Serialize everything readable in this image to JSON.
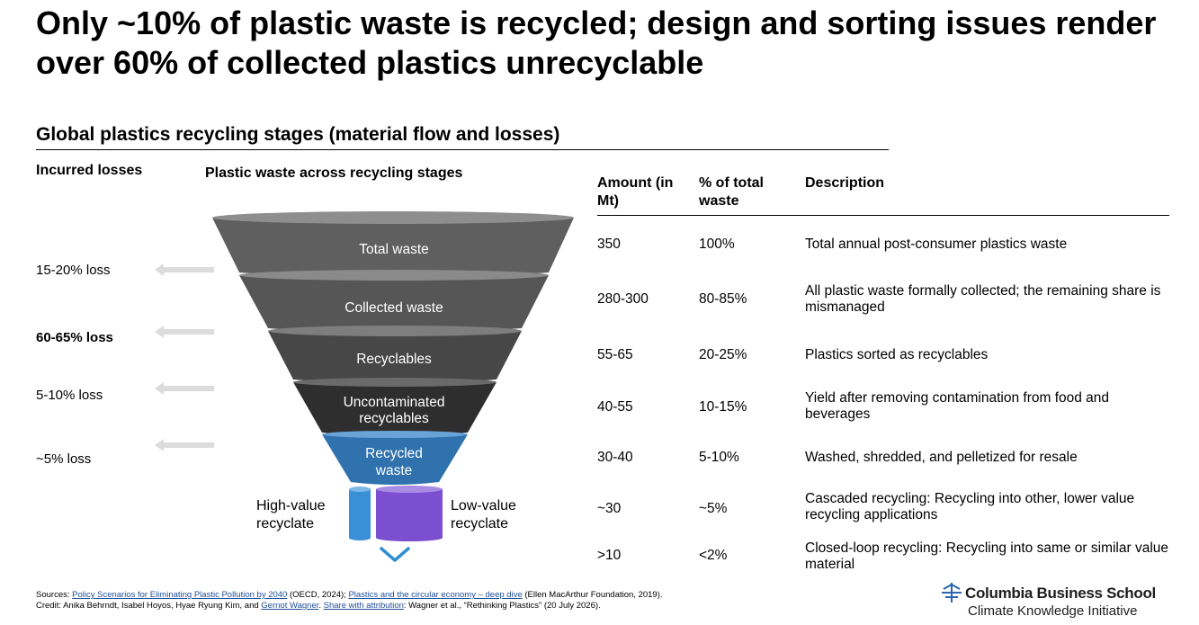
{
  "title": "Only ~10% of plastic waste is recycled; design and sorting issues render over 60% of collected plastics unrecyclable",
  "subtitle": "Global plastics recycling stages (material flow and losses)",
  "headers": {
    "losses": "Incurred losses",
    "funnel": "Plastic waste across recycling stages",
    "amount": "Amount (in Mt)",
    "pct": "% of total waste",
    "description": "Description"
  },
  "losses": [
    {
      "label": "15-20% loss",
      "bold": false
    },
    {
      "label": "60-65% loss",
      "bold": true
    },
    {
      "label": "5-10% loss",
      "bold": false
    },
    {
      "label": "~5% loss",
      "bold": false
    }
  ],
  "funnel_stages": [
    {
      "label": "Total waste",
      "color": "#5f5f5f"
    },
    {
      "label": "Collected waste",
      "color": "#565656"
    },
    {
      "label": "Recyclables",
      "color": "#474747"
    },
    {
      "label_line1": "Uncontaminated",
      "label_line2": "recyclables",
      "color": "#2e2e2e"
    },
    {
      "label_line1": "Recycled",
      "label_line2": "waste",
      "color": "#2f72ad"
    }
  ],
  "split": {
    "high_line1": "High-value",
    "high_line2": "recyclate",
    "low_line1": "Low-value",
    "low_line2": "recyclate",
    "high_color": "#3a8fd6",
    "low_color": "#7b4fcf",
    "arrow_color": "#2f8fd0"
  },
  "rows": [
    {
      "amount": "350",
      "pct": "100%",
      "desc": "Total annual post-consumer plastics waste"
    },
    {
      "amount": "280-300",
      "pct": "80-85%",
      "desc": "All plastic waste formally collected; the remaining share is mismanaged"
    },
    {
      "amount": "55-65",
      "pct": "20-25%",
      "desc": "Plastics sorted as recyclables"
    },
    {
      "amount": "40-55",
      "pct": "10-15%",
      "desc": "Yield after removing contamination from food and beverages"
    },
    {
      "amount": "30-40",
      "pct": "5-10%",
      "desc": "Washed, shredded, and pelletized for resale"
    },
    {
      "amount": "~30",
      "pct": "~5%",
      "desc": "Cascaded recycling: Recycling into other, lower value recycling applications"
    },
    {
      "amount": ">10",
      "pct": "<2%",
      "desc": "Closed-loop recycling: Recycling into same or similar value material"
    }
  ],
  "footer": {
    "sources_prefix": "Sources: ",
    "link1": "Policy Scenarios for Eliminating Plastic Pollution by 2040",
    "text1": " (OECD, 2024); ",
    "link2": "Plastics and the circular economy – deep dive",
    "text2": " (Ellen MacArthur Foundation, 2019).",
    "credit_prefix": "Credit: Anika Behrndt, Isabel Hoyos, Hyae Ryung Kim, and ",
    "link3": "Gernot Wagner",
    "text3": ". ",
    "link4": "Share with attribution",
    "text4": ": Wagner et al., “Rethinking Plastics” (20 July 2026)."
  },
  "logo": {
    "line1": "Columbia Business School",
    "line2": "Climate Knowledge Initiative",
    "icon": "crown-cross-icon"
  }
}
